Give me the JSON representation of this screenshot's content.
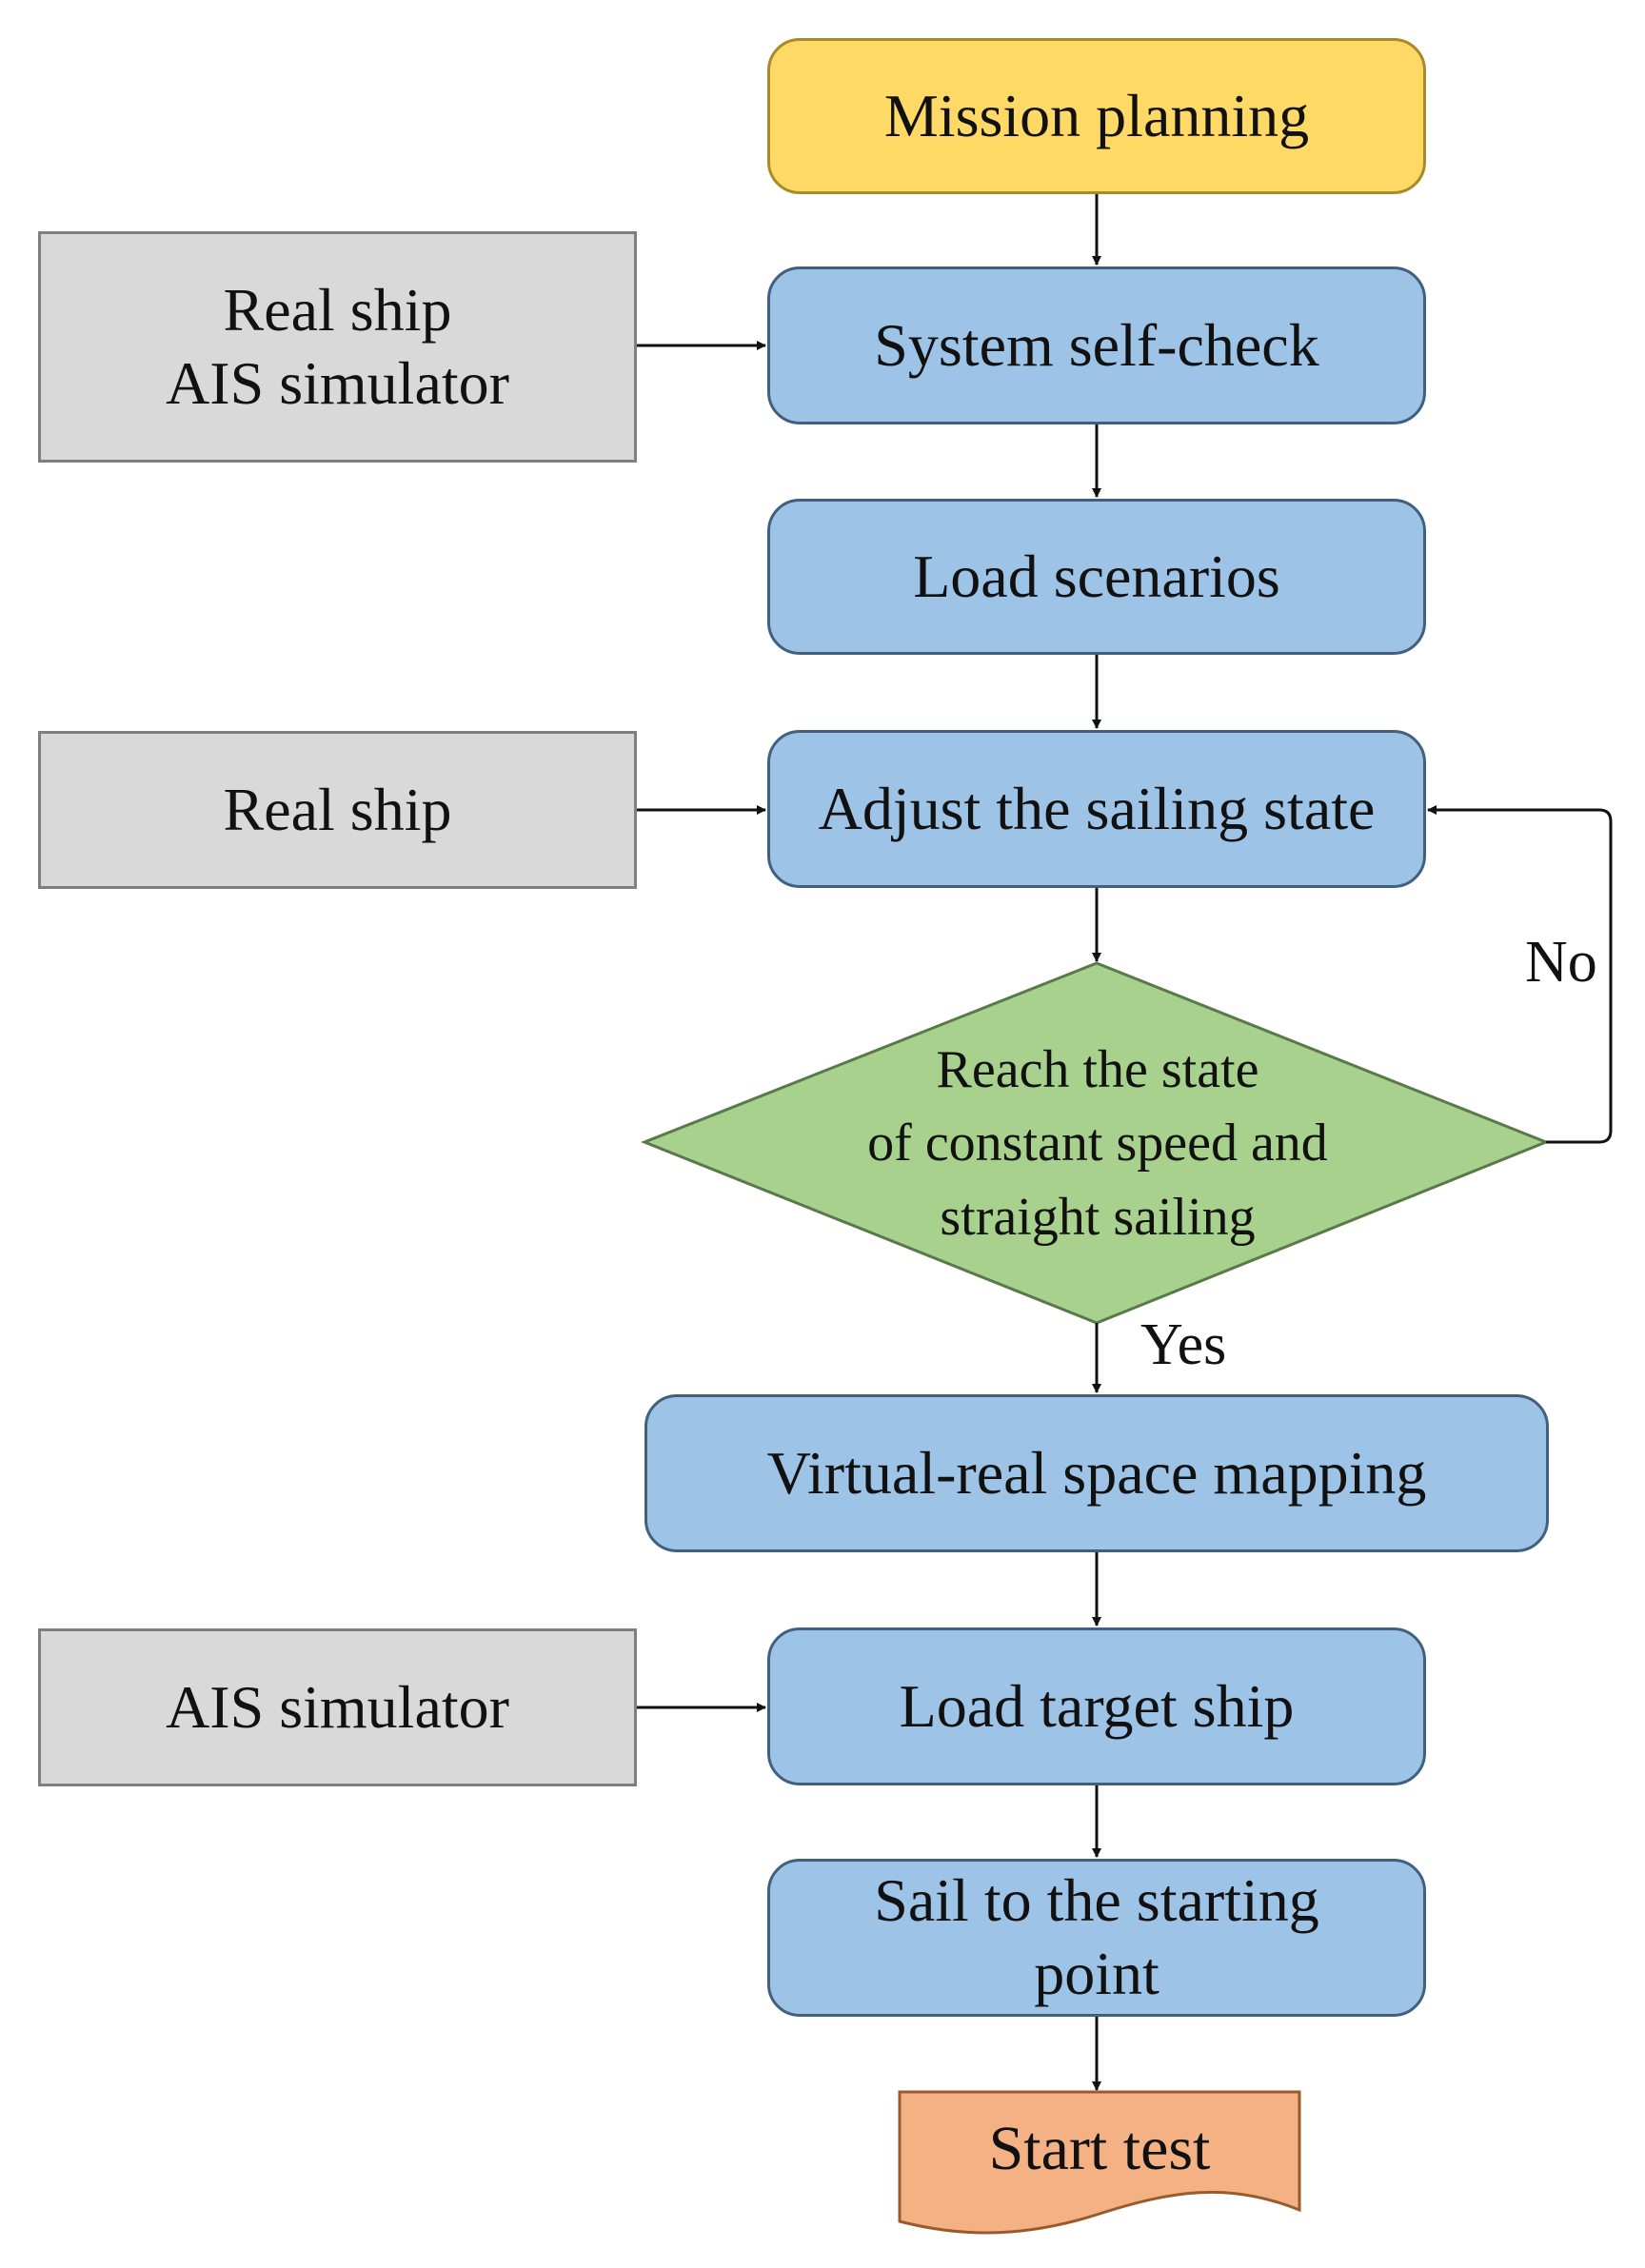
{
  "steps": {
    "mission_planning": "Mission planning",
    "system_self_check": "System self-check",
    "load_scenarios": "Load scenarios",
    "adjust_sailing_state": "Adjust the sailing state",
    "decision_lines": [
      "Reach the state",
      "of constant speed and",
      "straight sailing"
    ],
    "virtual_real_mapping": "Virtual-real space mapping",
    "load_target_ship": "Load target ship",
    "sail_to_start_lines": [
      "Sail to the starting",
      "point"
    ],
    "start_test": "Start test"
  },
  "sources": {
    "top_lines": [
      "Real ship",
      "AIS simulator"
    ],
    "middle": "Real ship",
    "bottom": "AIS simulator"
  },
  "edge_labels": {
    "no": "No",
    "yes": "Yes"
  },
  "colors": {
    "terminal_start": "#ffd966",
    "process": "#9dc3e6",
    "source": "#d9d9d9",
    "decision": "#a9d18e",
    "terminal_end": "#f4b183"
  }
}
